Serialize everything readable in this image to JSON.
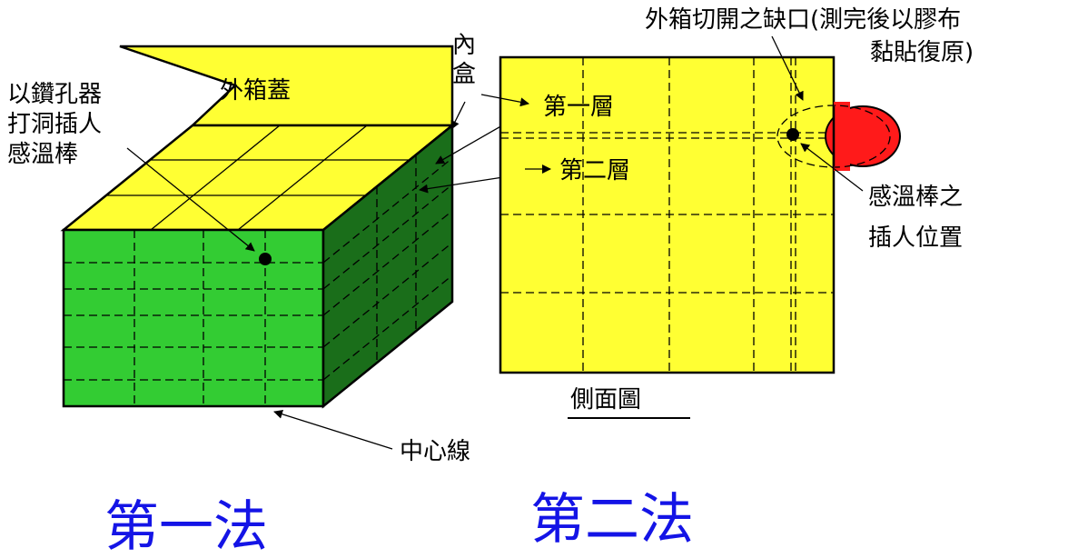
{
  "labels": {
    "outer_lid": "外箱蓋",
    "inner_box_line1": "內",
    "inner_box_line2": "盒",
    "drill_line1": "以鑽孔器",
    "drill_line2": "打洞插人",
    "drill_line3": "感溫棒",
    "first_layer": "第一層",
    "second_layer": "第二層",
    "cut_note_line1": "外箱切開之缺口(測完後以膠布",
    "cut_note_line2": "黏貼復原)",
    "probe_pos_line1": "感溫棒之",
    "probe_pos_line2": "插人位置",
    "side_view": "側面圖",
    "center_line": "中心線"
  },
  "methods": {
    "method1": "第一法",
    "method2": "第二法"
  },
  "colors": {
    "lid_yellow": "#ffff33",
    "front_green": "#33cc33",
    "side_green": "#1a6e1a",
    "red_flap": "#ff1a1a",
    "method_blue": "#1414e6"
  }
}
